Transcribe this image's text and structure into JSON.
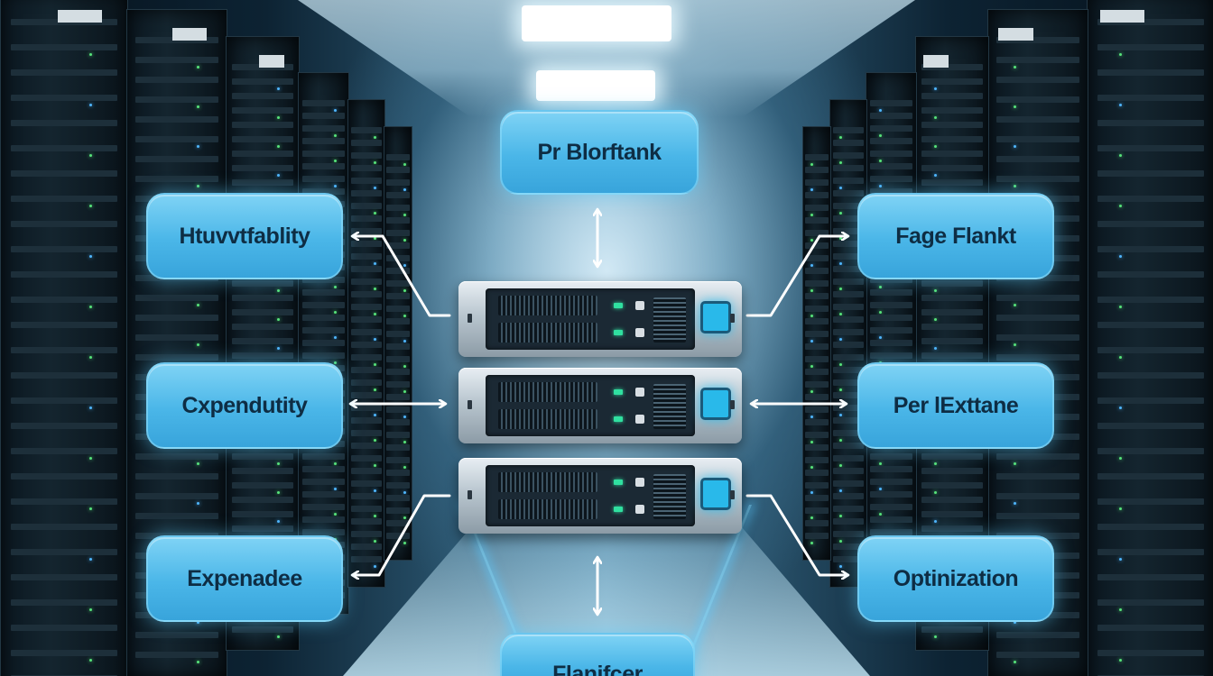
{
  "scene": {
    "description_colors": {
      "accent": "#4ab6e8",
      "label_text": "#0e2d44",
      "power_led": "#29b9ea",
      "status_led": "#30e0a0"
    }
  },
  "labels": {
    "top": "Pr Blorftank",
    "left_top": "Htuvvtfablity",
    "left_middle": "Cxpendutity",
    "left_bottom": "Expenadee",
    "right_top": "Fage Flankt",
    "right_middle": "Per lExttane",
    "right_bottom": "Optinization",
    "bottom": "Flanifcer"
  },
  "icons": {
    "arrows": "double-headed-arrow-icon",
    "power": "power-indicator-icon"
  }
}
